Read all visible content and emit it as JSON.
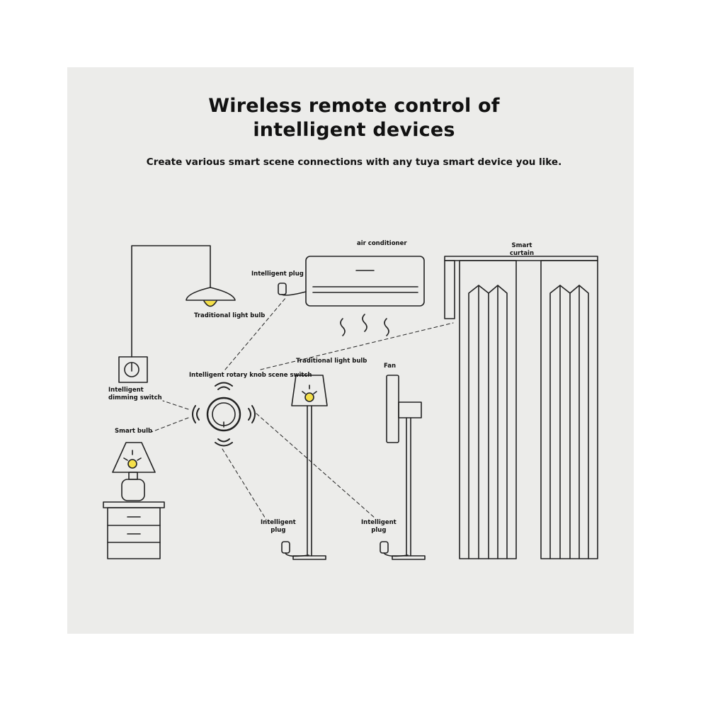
{
  "header": {
    "title_line1": "Wireless remote control of",
    "title_line2": "intelligent devices",
    "subtitle": "Create various smart scene connections with any tuya smart device you like."
  },
  "labels": {
    "air_conditioner": "air conditioner",
    "smart_curtain_line1": "Smart",
    "smart_curtain_line2": "curtain",
    "intelligent_plug_top": "Intelligent plug",
    "traditional_light_bulb_ceiling": "Traditional light bulb",
    "intelligent_dimming_switch_line1": "Intelligent",
    "intelligent_dimming_switch_line2": "dimming switch",
    "rotary_knob": "Intelligent rotary knob scene switch",
    "traditional_light_bulb_lamp": "Traditional light bulb",
    "fan": "Fan",
    "smart_bulb": "Smart bulb",
    "plug_left_line1": "Intelligent",
    "plug_left_line2": "plug",
    "plug_right_line1": "Intelligent",
    "plug_right_line2": "plug"
  },
  "colors": {
    "background": "#ececea",
    "line": "#222222",
    "bulb": "#f5e04a"
  },
  "icons": [
    "ceiling-lamp-icon",
    "wall-switch-icon",
    "rotary-knob-icon",
    "table-lamp-icon",
    "nightstand-icon",
    "air-conditioner-icon",
    "floor-lamp-icon",
    "fan-icon",
    "curtain-icon",
    "plug-icon",
    "wifi-wave-icon"
  ]
}
